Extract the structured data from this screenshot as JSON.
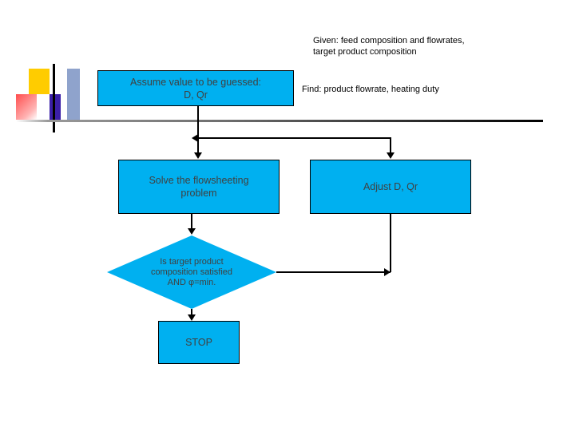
{
  "slide": {
    "background_color": "#ffffff",
    "box_fill_color": "#00B0F0",
    "box_text_color": "#404040",
    "line_color": "#000000"
  },
  "notes": {
    "given": "Given: feed composition and flowrates,\ntarget product composition",
    "find": "Find:  product flowrate, heating duty"
  },
  "flowchart": {
    "nodes": [
      {
        "id": "assume",
        "shape": "rect",
        "label": "Assume value to be guessed:\nD, Qr"
      },
      {
        "id": "solve",
        "shape": "rect",
        "label": "Solve the flowsheeting\nproblem"
      },
      {
        "id": "adjust",
        "shape": "rect",
        "label": "Adjust D, Qr"
      },
      {
        "id": "decision",
        "shape": "diamond",
        "label": "Is target product\ncomposition satisfied\nAND φ=min."
      },
      {
        "id": "stop",
        "shape": "rect",
        "label": "STOP"
      }
    ]
  },
  "decoration": {
    "swatches": [
      "#FFCC00",
      "#ff4d4d",
      "#3b1fa8",
      "#8fa3cc"
    ],
    "rule_color": "#000000"
  }
}
